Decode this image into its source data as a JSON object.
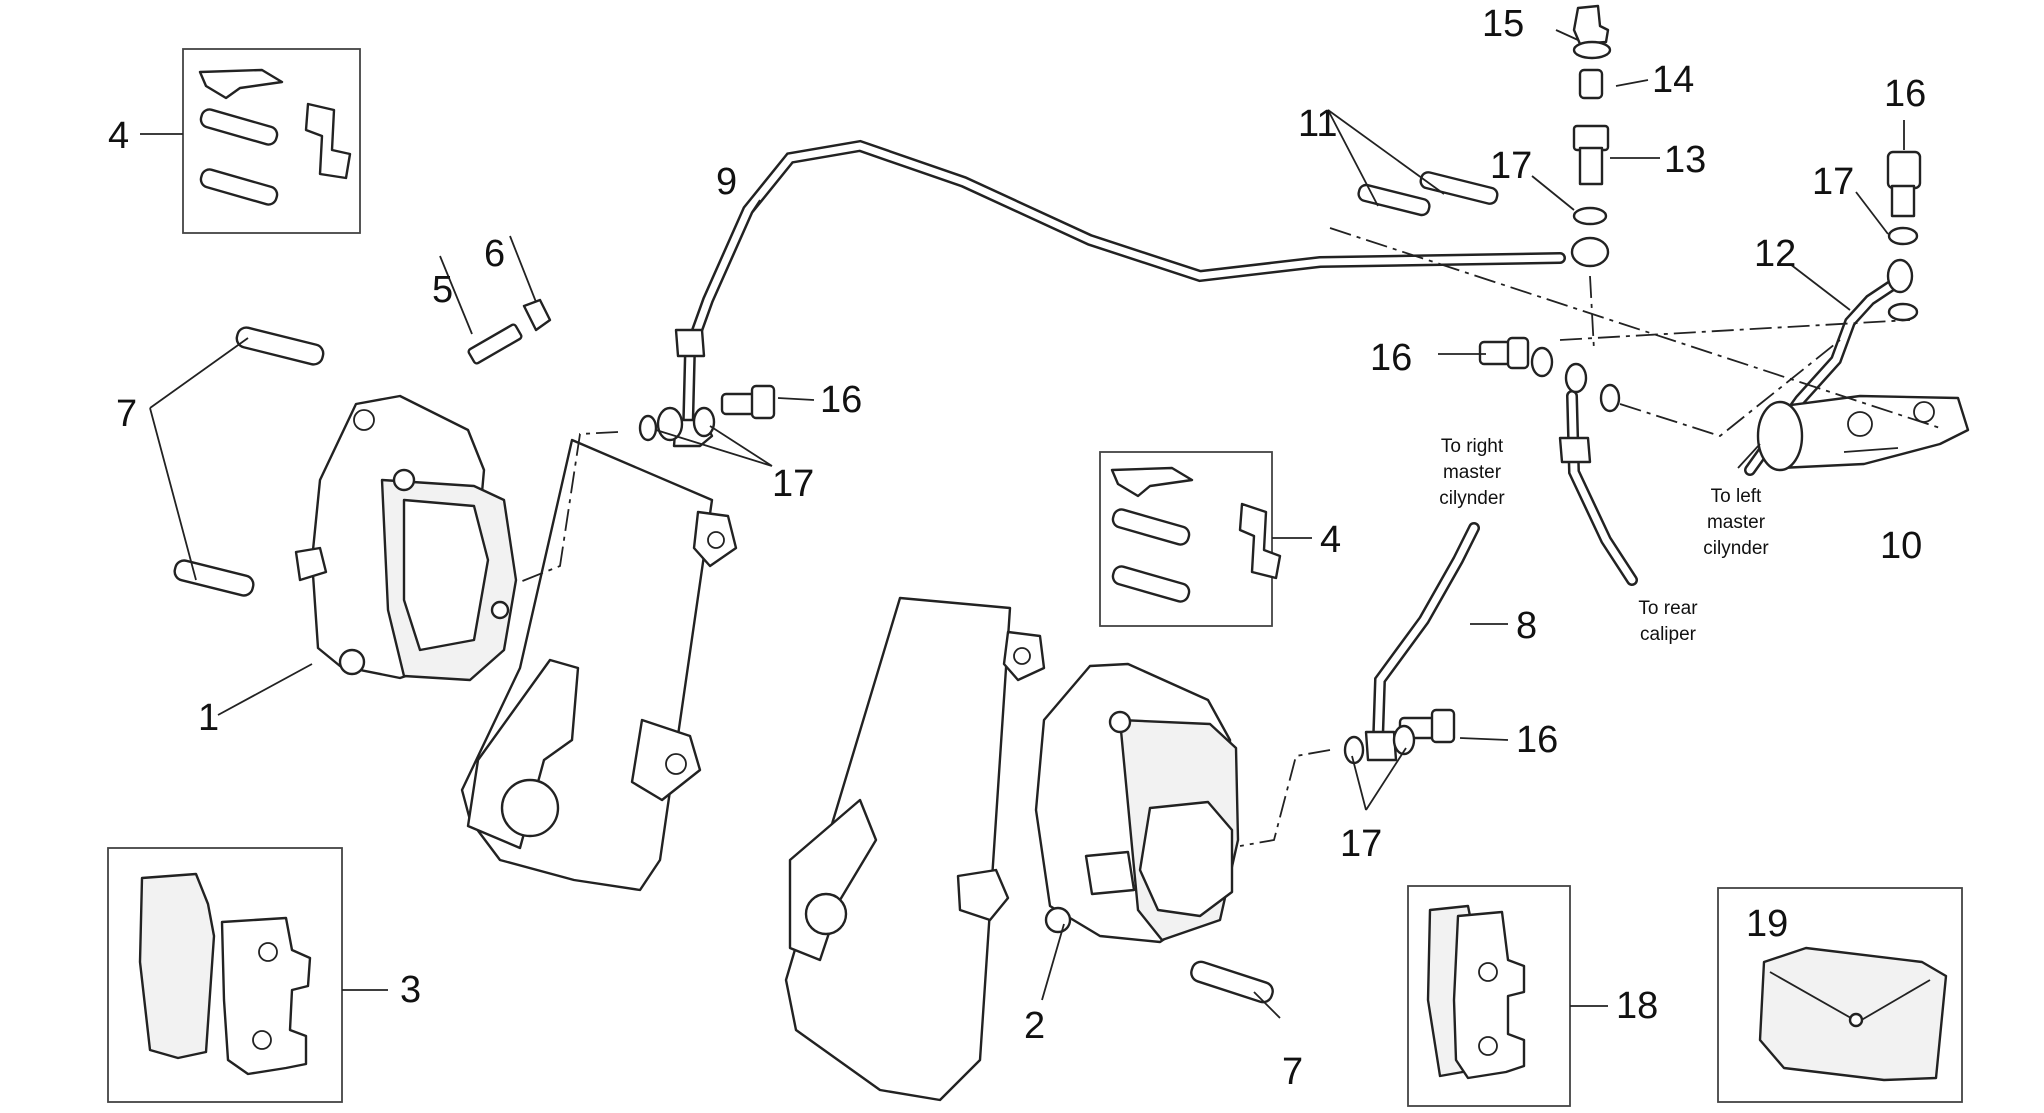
{
  "labels": {
    "n1": "1",
    "n2": "2",
    "n3": "3",
    "n4a": "4",
    "n4b": "4",
    "n5": "5",
    "n6": "6",
    "n7a": "7",
    "n7b": "7",
    "n8": "8",
    "n9": "9",
    "n10": "10",
    "n11": "11",
    "n12": "12",
    "n13": "13",
    "n14": "14",
    "n15": "15",
    "n16a": "16",
    "n16b": "16",
    "n16c": "16",
    "n16d": "16",
    "n17a": "17",
    "n17b": "17",
    "n17c": "17",
    "n17d": "17",
    "n18": "18",
    "n19": "19"
  },
  "notes": {
    "right_master": [
      "To right",
      "master",
      "cilynder"
    ],
    "left_master": [
      "To left",
      "master",
      "cilynder"
    ],
    "rear_caliper": [
      "To rear",
      "caliper"
    ]
  }
}
